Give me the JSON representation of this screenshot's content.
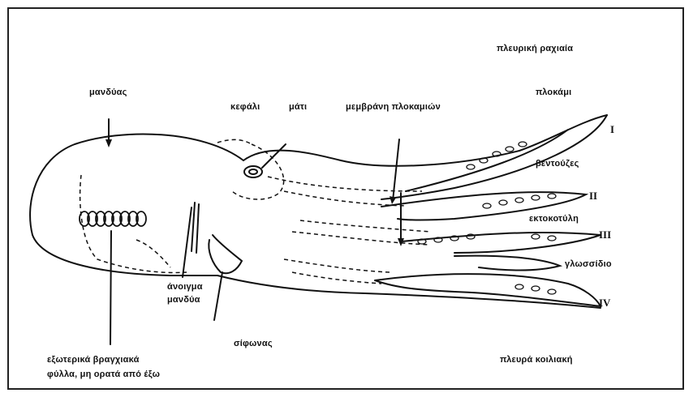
{
  "labels": {
    "mantle": "μανδύας",
    "head": "κεφάλι",
    "eye": "μάτι",
    "web_membrane": "μεμβράνη πλοκαμιών",
    "side_fold": "πλευρική ραχιαία",
    "tentacle": "πλοκάμι",
    "suckers": "βεντούζες",
    "sucker_arm": "εκτοκοτύλη",
    "ligula": "γλωσσίδιο",
    "mantle_opening_line1": "άνοιγμα",
    "mantle_opening_line2": "μανδύα",
    "siphon": "σίφωνας",
    "gills_line1": "εξωτερικά βραγχιακά",
    "gills_line2": "φύλλα, μη ορατά από έξω",
    "ventral": "πλευρά κοιλιακή"
  },
  "arm_numbers": [
    "I",
    "II",
    "III",
    "IV"
  ]
}
